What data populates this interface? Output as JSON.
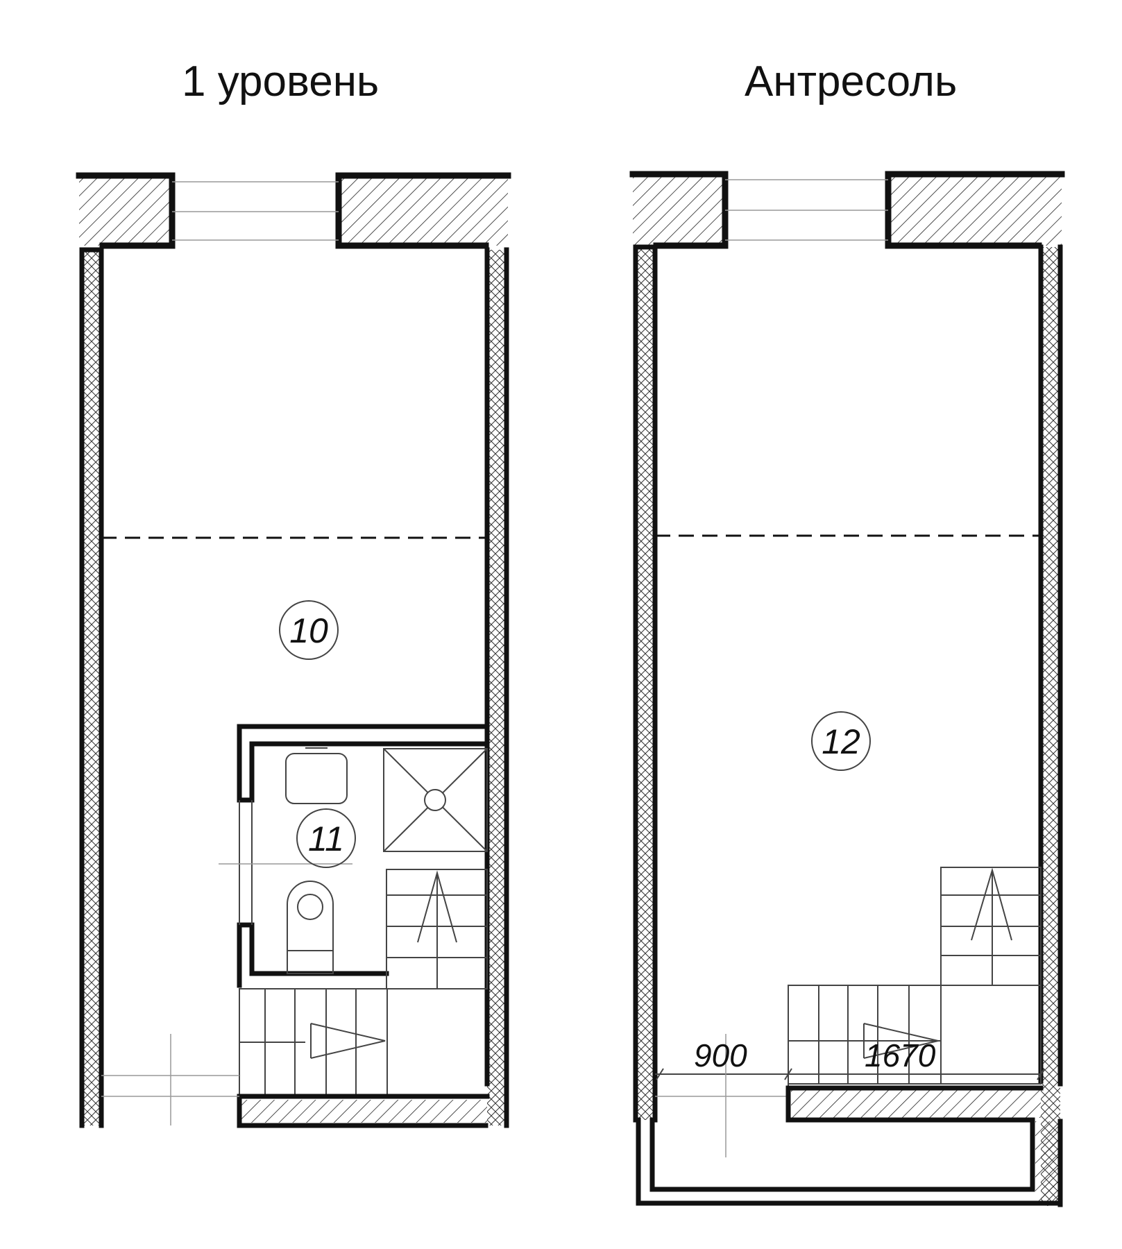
{
  "plans": [
    {
      "title": "1 уровень",
      "rooms": [
        "10",
        "11"
      ]
    },
    {
      "title": "Антресоль",
      "rooms": [
        "12"
      ],
      "dimensions": [
        "900",
        "1670"
      ]
    }
  ]
}
